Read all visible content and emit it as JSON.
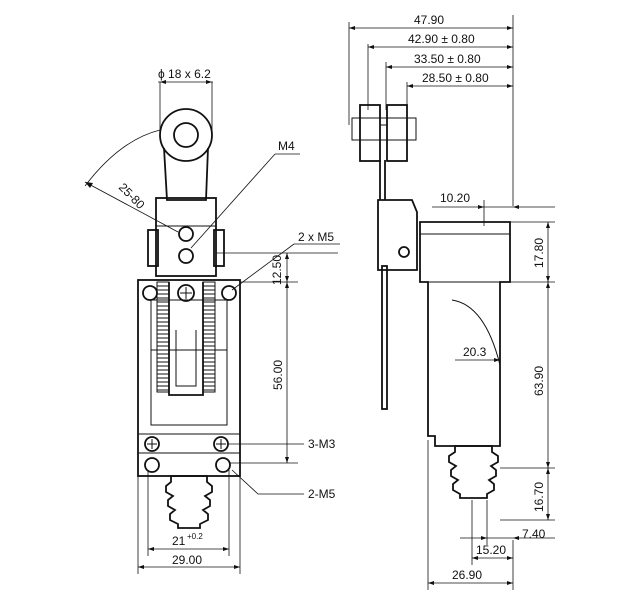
{
  "front_view": {
    "roller_dim": "ϕ 18 x 6.2",
    "angle_dim": "25-80",
    "m4_label": "M4",
    "two_m5_top": "2 x M5",
    "dim_12_50": "12.50",
    "dim_56_00": "56.00",
    "three_m3": "3-M3",
    "two_m5_bottom": "2-M5",
    "dim_21": "21",
    "dim_21_tol": "+0.2",
    "dim_29_00": "29.00"
  },
  "side_view": {
    "dim_47_90": "47.90",
    "dim_42_90": "42.90 ± 0.80",
    "dim_33_50": "33.50 ± 0.80",
    "dim_28_50": "28.50 ± 0.80",
    "dim_10_20": "10.20",
    "dim_17_80": "17.80",
    "dim_20_3": "20.3",
    "dim_63_90": "63.90",
    "dim_16_70": "16.70",
    "dim_7_40": "7.40",
    "dim_15_20": "15.20",
    "dim_26_90": "26.90"
  }
}
